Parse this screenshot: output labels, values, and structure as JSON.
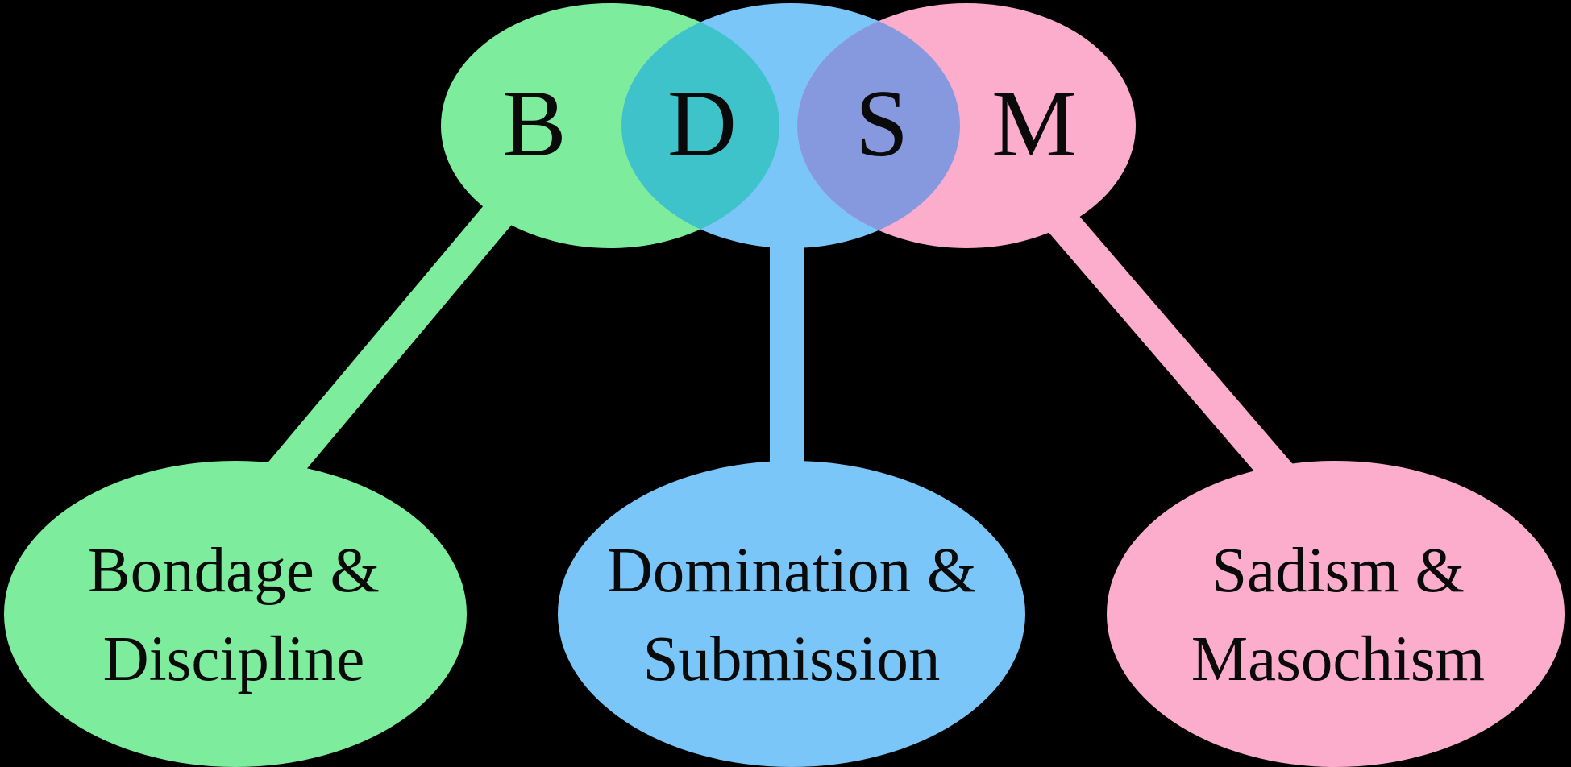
{
  "colors": {
    "background": "#000000",
    "green": "#7EEC9D",
    "blue": "#7BC6F8",
    "pink": "#FBADCB",
    "green_blue_overlap": "#3FC3CA",
    "blue_pink_overlap": "#8699DE",
    "text": "#0A0A0A"
  },
  "venn": {
    "letters": {
      "b": "B",
      "d": "D",
      "s": "S",
      "m": "M"
    }
  },
  "nodes": {
    "bondage_discipline": {
      "line1": "Bondage &",
      "line2": "Discipline"
    },
    "domination_submission": {
      "line1": "Domination &",
      "line2": "Submission"
    },
    "sadism_masochism": {
      "line1": "Sadism &",
      "line2": "Masochism"
    }
  }
}
